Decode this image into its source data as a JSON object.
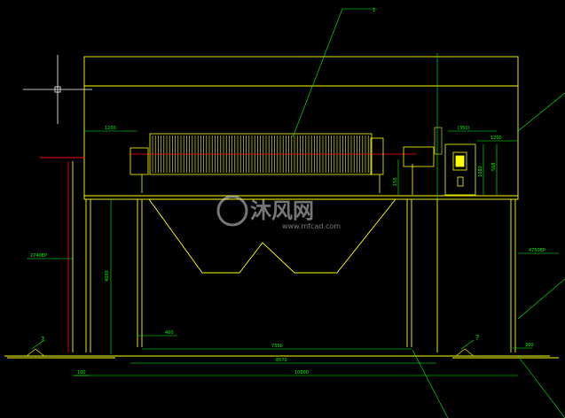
{
  "drawing": {
    "leader_label": "1",
    "dimensions": {
      "d_left_top": "1200",
      "d_right_350": "(350)",
      "d_right_1200": "1200",
      "d_right_1080": "1080",
      "d_right_568": "568",
      "d_center_150": "150",
      "d_height_4000": "4000",
      "d_bottom_400": "400",
      "d_bottom_7350": "7350",
      "d_bottom_8570": "8570",
      "d_bottom_10600": "10600",
      "d_left_level": "2740EP",
      "d_right_level": "4750EP",
      "d_bottom_left": "100",
      "d_bottom_right": "300"
    },
    "markers": {
      "left": "?",
      "right": "?"
    }
  },
  "watermark": {
    "brand": "沐风网",
    "url": "www.mfcad.com"
  },
  "colors": {
    "background": "#000000",
    "outline": "#ffff00",
    "dimension": "#00ff00",
    "red": "#ff0000",
    "white": "#ffffff"
  }
}
